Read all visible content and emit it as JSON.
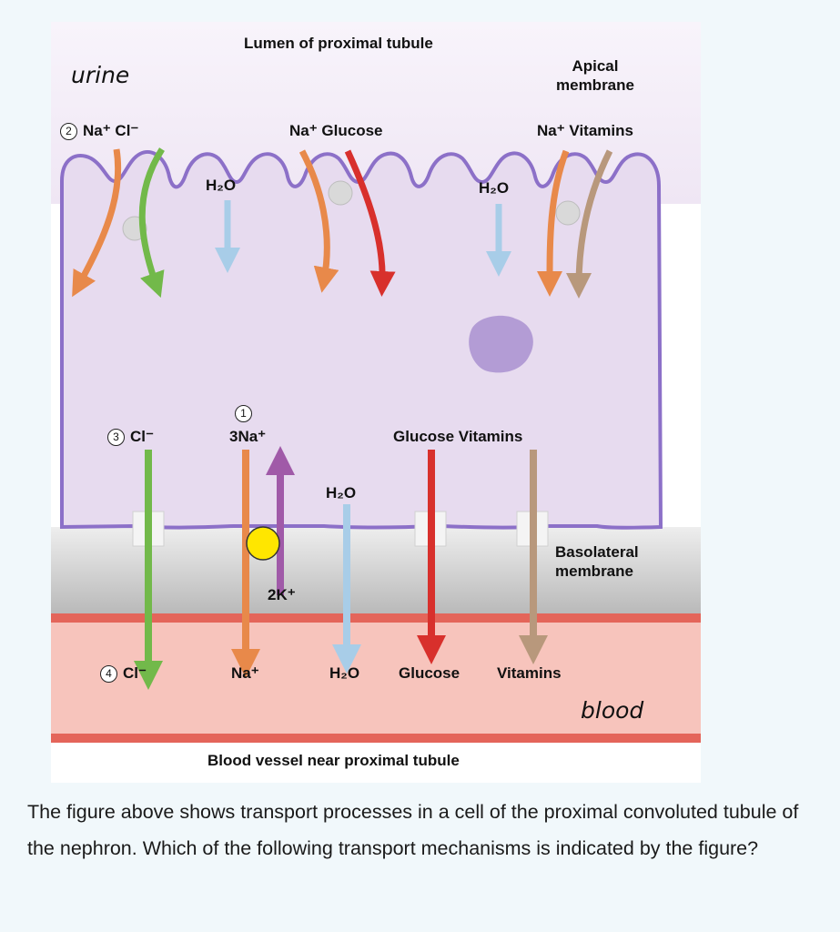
{
  "figure": {
    "lumen_title": "Lumen of proximal tubule",
    "urine": "urine",
    "apical_membrane": "Apical\nmembrane",
    "apical_na_cl": "Na⁺  Cl⁻",
    "apical_na_cl_marker": "2",
    "apical_na_glucose": "Na⁺ Glucose",
    "apical_na_vitamins": "Na⁺  Vitamins",
    "h2o_left": "H₂O",
    "h2o_right": "H₂O",
    "cl_cell": "Cl⁻",
    "cl_cell_marker": "3",
    "pump_marker": "1",
    "pump_3na": "3Na⁺",
    "pump_2k": "2K⁺",
    "h2o_cell": "H₂O",
    "glucose_vitamins_cell": "Glucose  Vitamins",
    "basolateral_membrane": "Basolateral\nmembrane",
    "cl_blood": "Cl⁻",
    "cl_blood_marker": "4",
    "na_blood": "Na⁺",
    "h2o_blood": "H₂O",
    "glucose_blood": "Glucose",
    "vitamins_blood": "Vitamins",
    "blood": "blood",
    "vessel_caption": "Blood vessel near proximal tubule"
  },
  "colors": {
    "cell": "#e7dbef",
    "membrane": "#8c70c8",
    "na": "#e8894a",
    "cl": "#72b94a",
    "glucose": "#d8302c",
    "vitamins": "#b8987c",
    "water": "#a8cde8",
    "k": "#a05aa8",
    "pump": "#ffe600",
    "vessel": "#f7c4bc",
    "vessel_wall": "#e4655a"
  },
  "question": "The figure above shows transport processes in a cell of the proximal convoluted tubule of the nephron. Which of the following transport mechanisms is indicated by the figure?"
}
